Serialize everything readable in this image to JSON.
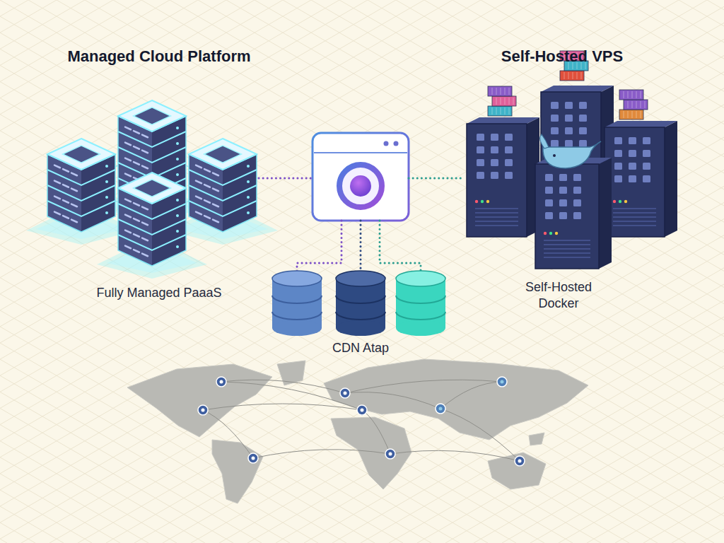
{
  "diagram": {
    "nodes": [
      {
        "text": [
          "Managed Cloud Platform",
          "Fully Managed PaaaS"
        ]
      },
      {
        "text": [
          "Self-Hosted VPS",
          "Self-Hosted Docker"
        ]
      },
      {
        "text": [
          "CDN Atap"
        ]
      }
    ]
  }
}
